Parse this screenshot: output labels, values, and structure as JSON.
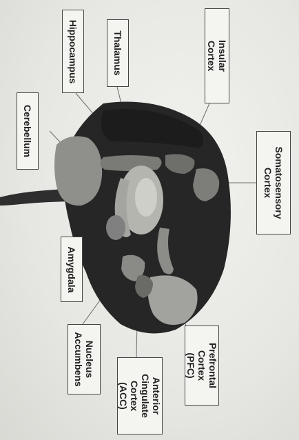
{
  "labels": {
    "insular_cortex": "Insular Cortex",
    "thalamus": "Thalamus",
    "hippocampus": "Hippocampus",
    "cerebellum": "Cerebellum",
    "somatosensory_cortex": "Somatosensory\nCortex",
    "amygdala": "Amygdala",
    "nucleus_accumbens": "Nucleus\nAccumbens",
    "anterior_cingulate_cortex": "Anterior\nCingulate\nCortex (ACC)",
    "prefrontal_cortex": "Prefrontal\nCortex (PFC)"
  },
  "colors": {
    "brain_dark": "#2b2b2b",
    "region_light": "#9a9a96",
    "region_mid": "#6d6d69",
    "leader_line": "#666666"
  }
}
